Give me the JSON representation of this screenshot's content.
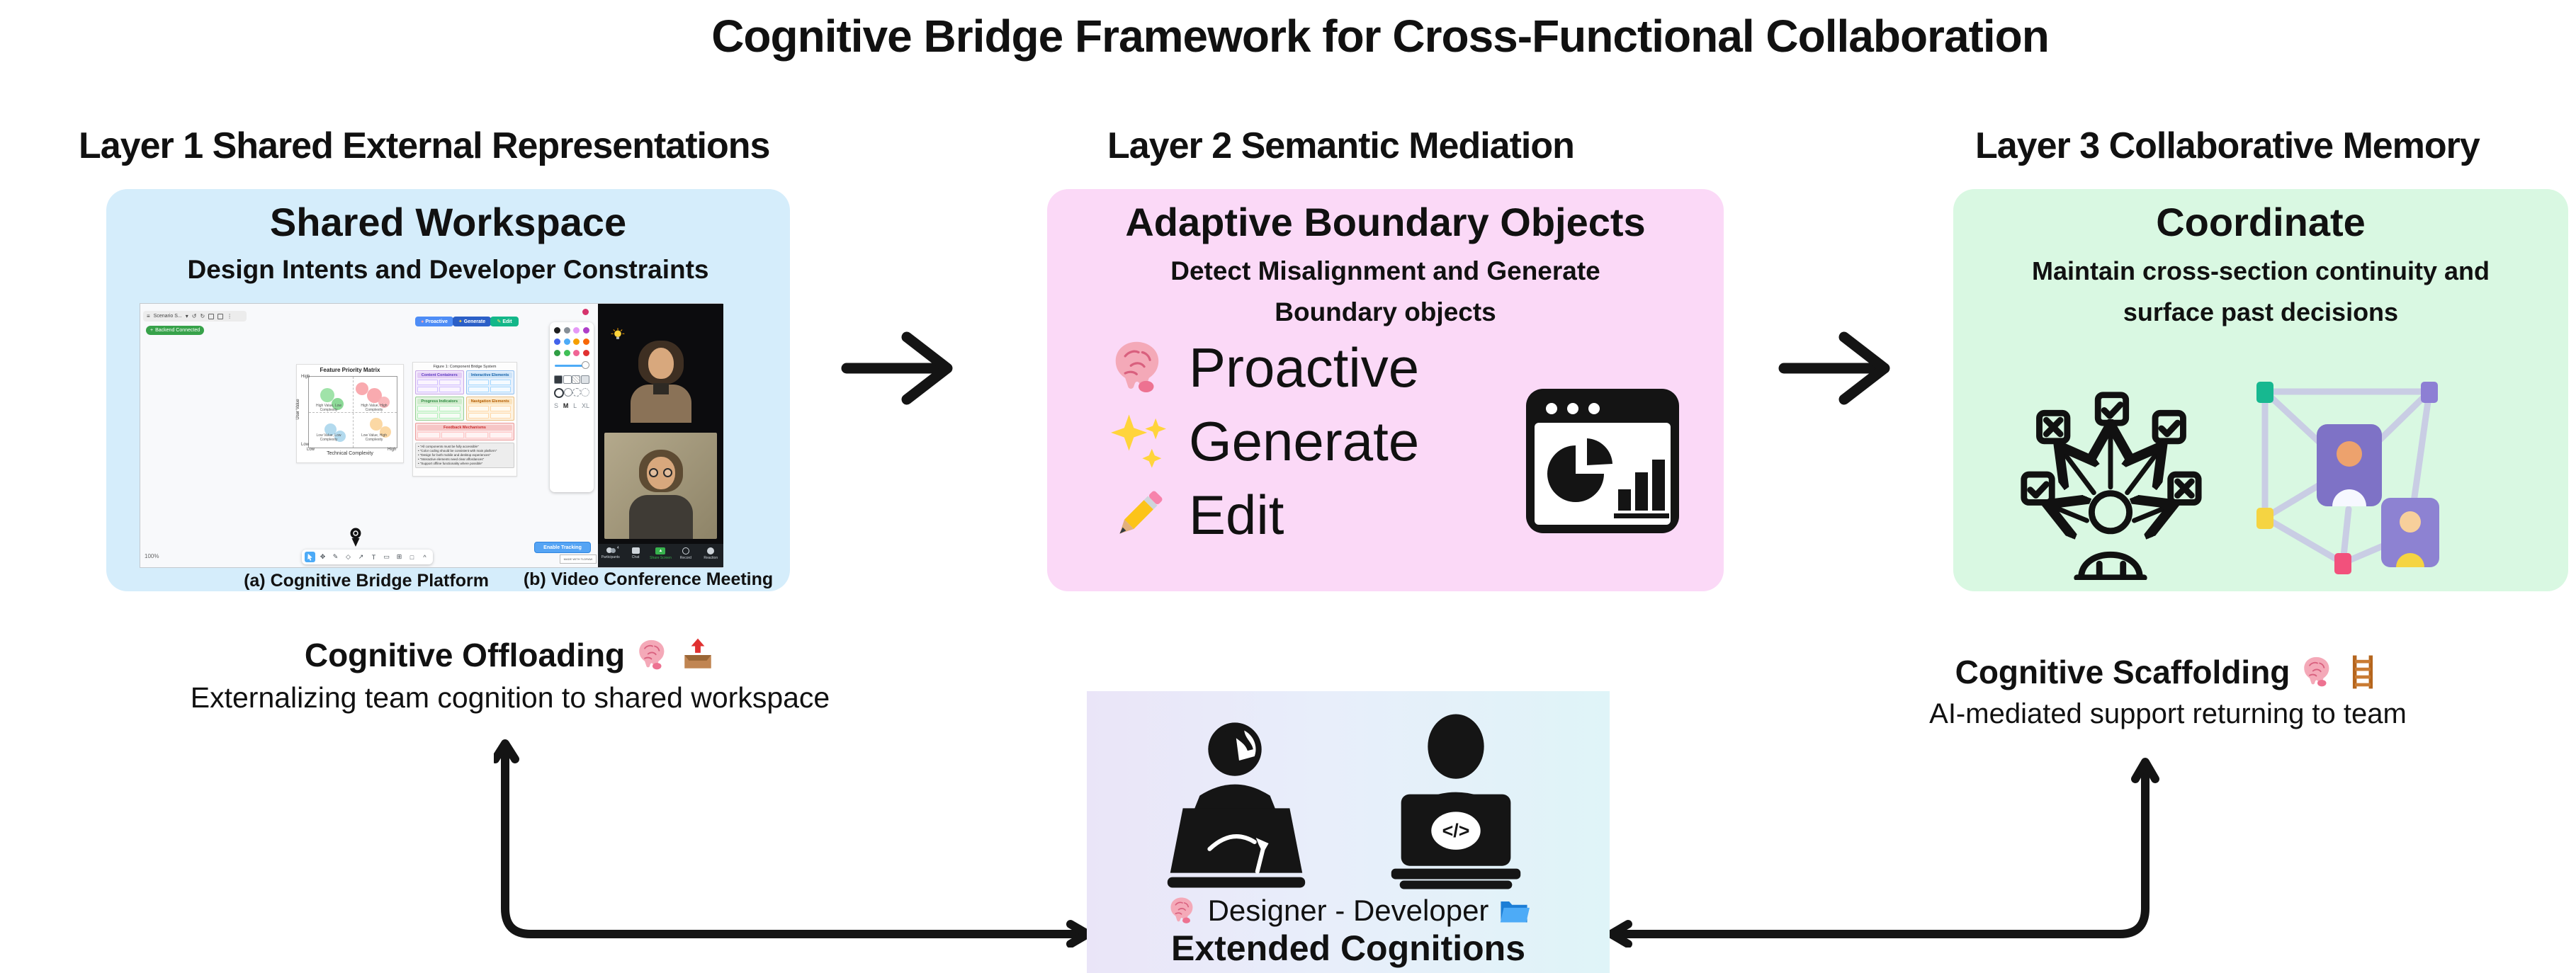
{
  "title": "Cognitive Bridge Framework for Cross-Functional Collaboration",
  "layer1": {
    "header": "Layer 1  Shared External Representations",
    "title": "Shared Workspace",
    "subtitle": "Design Intents and Developer Constraints",
    "caption_a": "(a) Cognitive Bridge Platform",
    "caption_b": "(b) Video Conference Meeting"
  },
  "layer2": {
    "header": "Layer 2  Semantic Mediation",
    "title": "Adaptive Boundary Objects",
    "sub1": "Detect Misalignment and Generate",
    "sub2": "Boundary objects",
    "items": [
      "Proactive",
      "Generate",
      "Edit"
    ]
  },
  "layer3": {
    "header": "Layer 3 Collaborative Memory",
    "title": "Coordinate",
    "sub1": "Maintain cross-section continuity and",
    "sub2": "surface past decisions"
  },
  "wb": {
    "menu_icon": "≡",
    "scenario": "Scenario S...",
    "chevron": "▾",
    "undo": "↺",
    "redo": "↻",
    "kebab": "⋮",
    "badge_prefix": "+",
    "badge": "Backend Connected",
    "btn_proactive": "Proactive",
    "btn_generate": "Generate",
    "btn_edit": "Edit",
    "zoom": "100%",
    "enable_tracking": "Enable Tracking",
    "watermark": "MADE WITH TLDRAW",
    "sizes": [
      "S",
      "M",
      "L",
      "XL"
    ],
    "tools": [
      "✎",
      "◇",
      "↗",
      "T",
      "▭",
      "⊞",
      "□",
      "^"
    ],
    "matrix": {
      "title": "Feature Priority Matrix",
      "xlabel": "Technical Complexity",
      "ylabel": "User Value",
      "x_low": "Low",
      "x_high": "High",
      "y_low": "Low",
      "y_high": "High",
      "q_tl": "High Value, Low Complexity",
      "q_tr": "High Value, High Complexity",
      "q_bl": "Low Value, Low Complexity",
      "q_br": "Low Value, High Complexity"
    },
    "component": {
      "title": "Figure 1: Component Bridge System",
      "s1": "Content Containers",
      "s2": "Interactive Elements",
      "s3": "Progress Indicators",
      "s4": "Navigation Elements",
      "s5": "Feedback Mechanisms",
      "notes": [
        "• \"All components must be fully accessible\"",
        "• \"Color coding should be consistent with main platform\"",
        "• \"Design for both mobile and desktop experiences\"",
        "• \"Interactive elements need clear affordances\"",
        "• \"Support offline functionality where possible\""
      ]
    },
    "video": {
      "labels": [
        "Participants",
        "Chat",
        "Share Screen",
        "Record",
        "Reaction"
      ],
      "count": "4"
    }
  },
  "bottom": {
    "offloading_title": "Cognitive Offloading",
    "offloading_subtitle": "Externalizing team cognition to shared workspace",
    "scaffolding_title": "Cognitive Scaffolding",
    "scaffolding_subtitle": "AI-mediated support returning to team",
    "extended_caption": "Designer - Developer",
    "extended_title": "Extended Cognitions"
  },
  "icons": {
    "code_glyph": "</>"
  },
  "colors": {
    "layer1_bg": "#d5edfb",
    "layer2_bg": "#fbd9f7",
    "layer3_bg": "#d9f8e2",
    "proactive_blue": "#4e8df6",
    "generate_blue": "#2b5fc7",
    "edit_green": "#13b789",
    "badge_green": "#37a24a",
    "share_green": "#37b24d",
    "arrow_black": "#141414"
  }
}
